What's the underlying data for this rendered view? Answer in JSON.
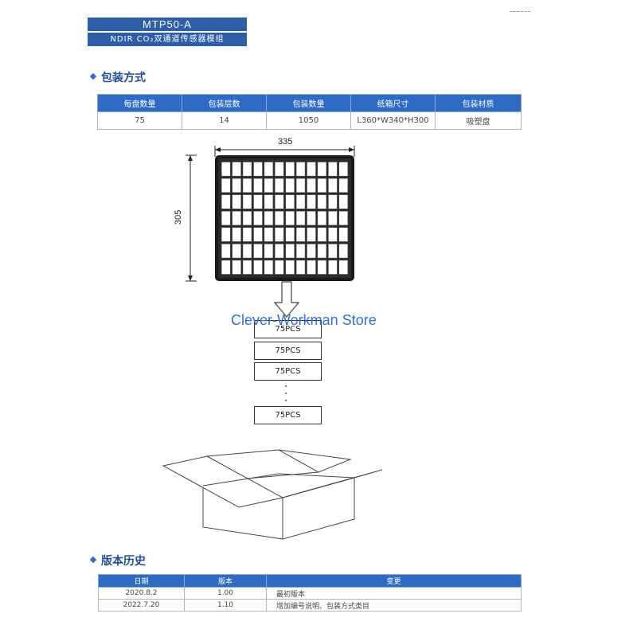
{
  "header": {
    "model": "MTP50-A",
    "subtitle": "NDIR CO₂双通道传感器模组"
  },
  "packaging": {
    "title": "包装方式",
    "columns": [
      "每盘数量",
      "包装层数",
      "包装数量",
      "纸箱尺寸",
      "包装材质"
    ],
    "row": [
      "75",
      "14",
      "1050",
      "L360*W340*H300",
      "吸塑盘"
    ]
  },
  "tray": {
    "width_label": "335",
    "height_label": "305"
  },
  "watermark": "Clever-Workman Store",
  "stack": {
    "labels": [
      "75PCS",
      "75PCS",
      "75PCS",
      "75PCS"
    ]
  },
  "history": {
    "title": "版本历史",
    "columns": [
      "日期",
      "版本",
      "变更"
    ],
    "rows": [
      [
        "2020.8.2",
        "1.00",
        "最初版本"
      ],
      [
        "2022.7.20",
        "1.10",
        "增加编号说明、包装方式类目"
      ]
    ]
  },
  "colors": {
    "accent": "#2d6bc4",
    "header": "#2d5fa8",
    "watermark": "#2f6fd6"
  }
}
